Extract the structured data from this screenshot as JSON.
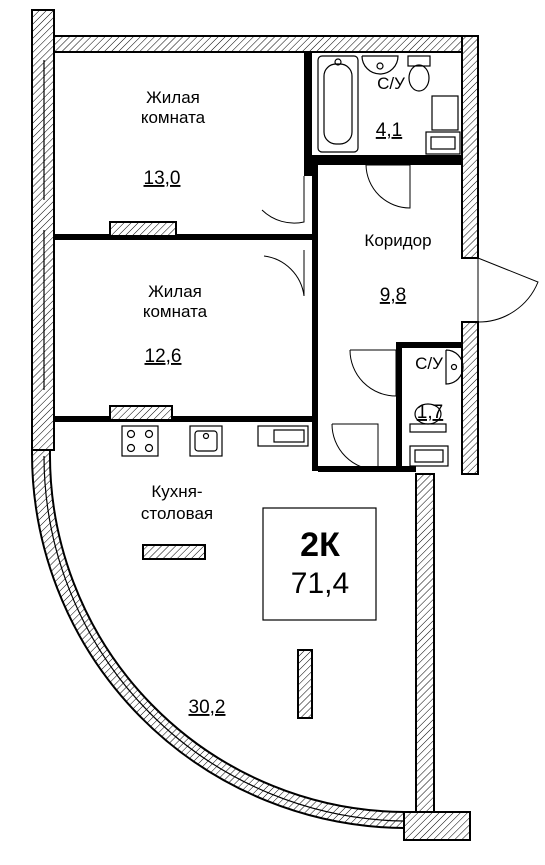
{
  "apartment": {
    "type": "2К",
    "total_area": "71,4"
  },
  "rooms": {
    "living1": {
      "name_line1": "Жилая",
      "name_line2": "комната",
      "area": "13,0"
    },
    "living2": {
      "name_line1": "Жилая",
      "name_line2": "комната",
      "area": "12,6"
    },
    "bath1": {
      "name": "С/У",
      "area": "4,1"
    },
    "corridor": {
      "name": "Коридор",
      "area": "9,8"
    },
    "bath2": {
      "name": "С/У",
      "area": "1,7"
    },
    "kitchen": {
      "name_line1": "Кухня-",
      "name_line2": "столовая",
      "area": "30,2"
    }
  }
}
